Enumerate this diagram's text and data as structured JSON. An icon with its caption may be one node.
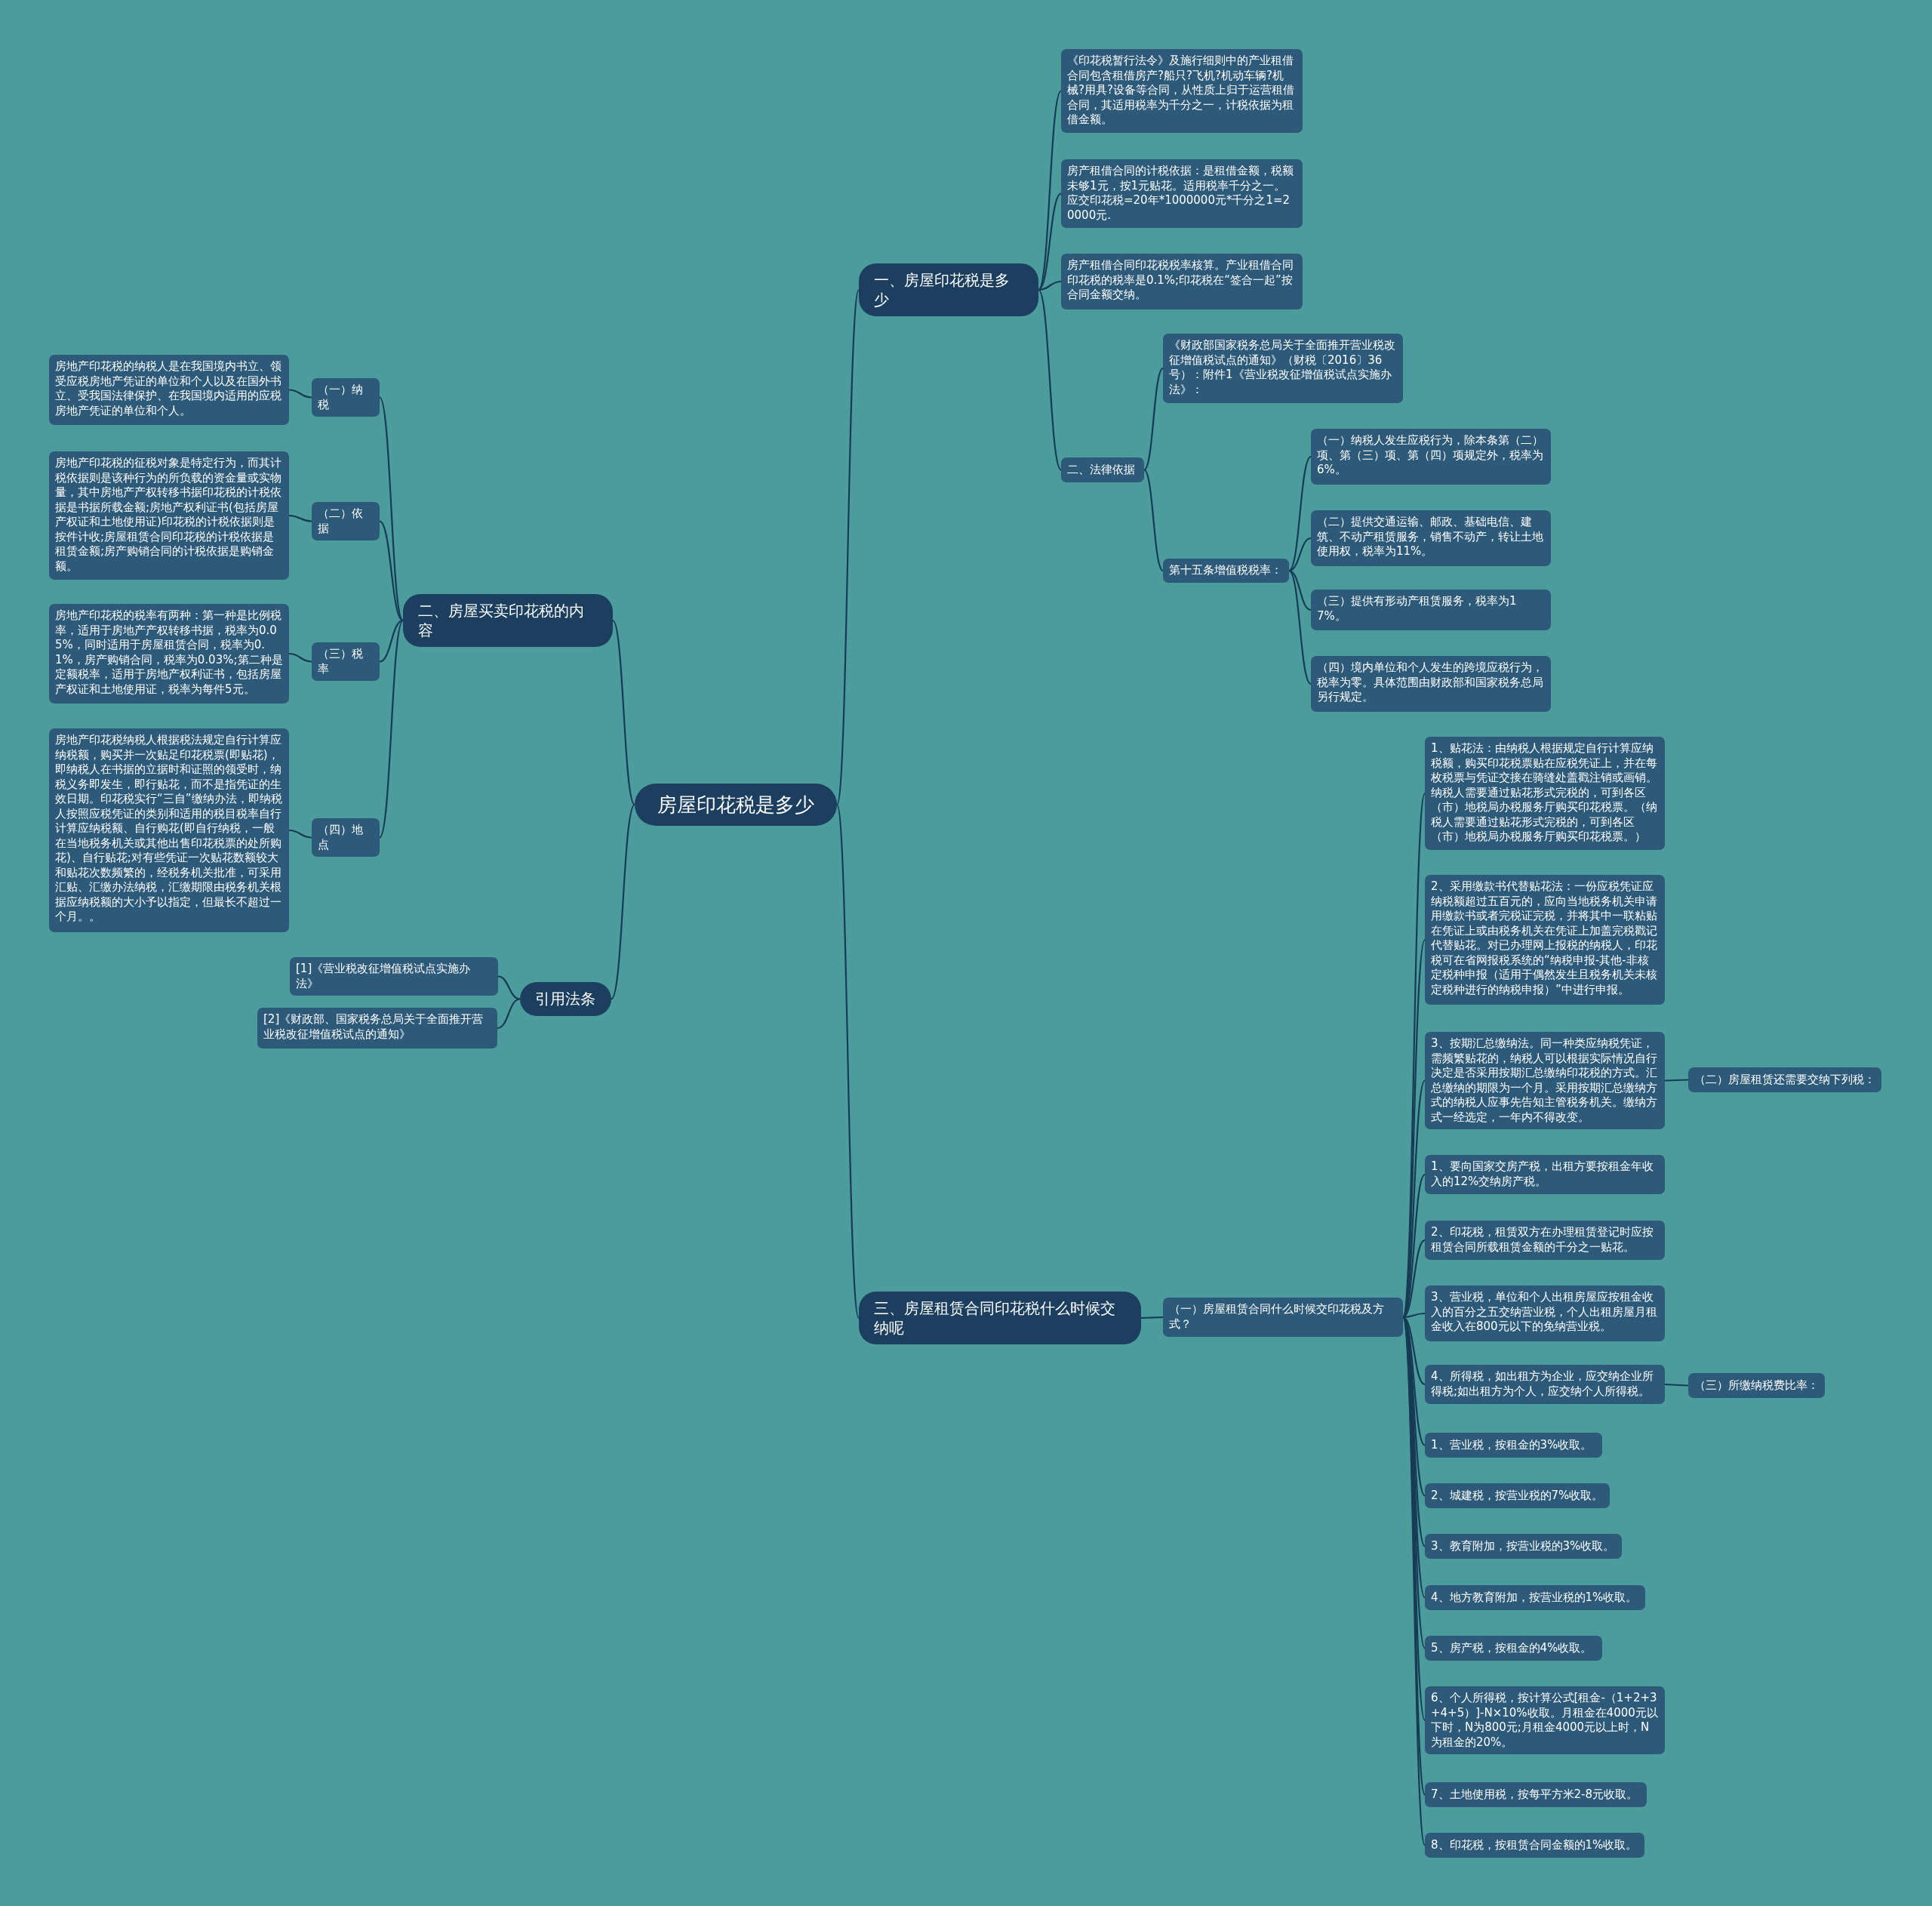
{
  "diagram": {
    "nodes": [
      {
        "text": [
          "房屋印花税是多少"
        ]
      },
      {
        "text": [
          "一、房屋印花税是多少"
        ]
      },
      {
        "text": [
          "《印花税暂行法令》及施行细则中的产业租借合同包含租借房产?船只?飞机?机动车辆?机械?用具?设备等合同，从性质上归于运营租借合同，其适用税率为千分之一，计税依据为租借金额。"
        ]
      },
      {
        "text": [
          "房产租借合同的计税依据：是租借金额，税额未够1元，按1元贴花。适用税率千分之一。应交印花税=20年*1000000元*千分之1=20000元."
        ]
      },
      {
        "text": [
          "房产租借合同印花税税率核算。产业租借合同印花税的税率是0.1%;印花税在“签合一起”按合同金额交纳。"
        ]
      },
      {
        "text": [
          "二、法律依据"
        ]
      },
      {
        "text": [
          "《财政部国家税务总局关于全面推开营业税改征增值税试点的通知》（财税〔2016〕36号）：附件1《营业税改征增值税试点实施办法》："
        ]
      },
      {
        "text": [
          "第十五条增值税税率："
        ]
      },
      {
        "text": [
          "（一）纳税人发生应税行为，除本条第（二）项、第（三）项、第（四）项规定外，税率为6%。"
        ]
      },
      {
        "text": [
          "（二）提供交通运输、邮政、基础电信、建筑、不动产租赁服务，销售不动产，转让土地使用权，税率为11%。"
        ]
      },
      {
        "text": [
          "（三）提供有形动产租赁服务，税率为17%。"
        ]
      },
      {
        "text": [
          "（四）境内单位和个人发生的跨境应税行为，税率为零。具体范围由财政部和国家税务总局另行规定。"
        ]
      },
      {
        "text": [
          "二、房屋买卖印花税的内容"
        ]
      },
      {
        "text": [
          "（一）纳税"
        ]
      },
      {
        "text": [
          "房地产印花税的纳税人是在我国境内书立、领受应税房地产凭证的单位和个人以及在国外书立、受我国法律保护、在我国境内适用的应税房地产凭证的单位和个人。"
        ]
      },
      {
        "text": [
          "（二）依据"
        ]
      },
      {
        "text": [
          "房地产印花税的征税对象是特定行为，而其计税依据则是该种行为的所负载的资金量或实物量，其中房地产产权转移书据印花税的计税依据是书据所载金额;房地产权利证书(包括房屋产权证和土地使用证)印花税的计税依据则是按件计收;房屋租赁合同印花税的计税依据是租赁金额;房产购销合同的计税依据是购销金额。"
        ]
      },
      {
        "text": [
          "（三）税率"
        ]
      },
      {
        "text": [
          "房地产印花税的税率有两种：第一种是比例税率，适用于房地产产权转移书据，税率为0.05%，同时适用于房屋租赁合同，税率为0.1%，房产购销合同，税率为0.03%;第二种是定额税率，适用于房地产权利证书，包括房屋产权证和土地使用证，税率为每件5元。"
        ]
      },
      {
        "text": [
          "（四）地点"
        ]
      },
      {
        "text": [
          "房地产印花税纳税人根据税法规定自行计算应纳税额，购买并一次贴足印花税票(即贴花)，即纳税人在书据的立据时和证照的领受时，纳税义务即发生，即行贴花，而不是指凭证的生效日期。印花税实行“三自”缴纳办法，即纳税人按照应税凭证的类别和适用的税目税率自行计算应纳税额、自行购花(即自行纳税，一般在当地税务机关或其他出售印花税票的处所购花)、自行贴花;对有些凭证一次贴花数额较大和贴花次数频繁的，经税务机关批准，可采用汇贴、汇缴办法纳税，汇缴期限由税务机关根据应纳税额的大小予以指定，但最长不超过一个月。。"
        ]
      },
      {
        "text": [
          "引用法条"
        ]
      },
      {
        "text": [
          "[1]《营业税改征增值税试点实施办法》"
        ]
      },
      {
        "text": [
          "[2]《财政部、国家税务总局关于全面推开营业税改征增值税试点的通知》"
        ]
      },
      {
        "text": [
          "三、房屋租赁合同印花税什么时候交纳呢"
        ]
      },
      {
        "text": [
          "（一）房屋租赁合同什么时候交印花税及方式？"
        ]
      },
      {
        "text": [
          "1、贴花法：由纳税人根据规定自行计算应纳税额，购买印花税票贴在应税凭证上，并在每枚税票与凭证交接在骑缝处盖戳注销或画销。纳税人需要通过贴花形式完税的，可到各区（市）地税局办税服务厅购买印花税票。（纳税人需要通过贴花形式完税的，可到各区（市）地税局办税服务厅购买印花税票。）"
        ]
      },
      {
        "text": [
          "2、采用缴款书代替贴花法：一份应税凭证应纳税额超过五百元的，应向当地税务机关申请用缴款书或者完税证完税，并将其中一联粘贴在凭证上或由税务机关在凭证上加盖完税戳记代替贴花。对已办理网上报税的纳税人，印花税可在省网报税系统的“纳税申报-其他-非核定税种申报（适用于偶然发生且税务机关未核定税种进行的纳税申报）”中进行申报。"
        ]
      },
      {
        "text": [
          "3、按期汇总缴纳法。同一种类应纳税凭证，需频繁贴花的，纳税人可以根据实际情况自行决定是否采用按期汇总缴纳印花税的方式。汇总缴纳的期限为一个月。采用按期汇总缴纳方式的纳税人应事先告知主管税务机关。缴纳方式一经选定，一年内不得改变。"
        ]
      },
      {
        "text": [
          "（二）房屋租赁还需要交纳下列税："
        ]
      },
      {
        "text": [
          "1、要向国家交房产税，出租方要按租金年收入的12%交纳房产税。"
        ]
      },
      {
        "text": [
          "2、印花税，租赁双方在办理租赁登记时应按租赁合同所载租赁金额的千分之一贴花。"
        ]
      },
      {
        "text": [
          "3、营业税，单位和个人出租房屋应按租金收入的百分之五交纳营业税，个人出租房屋月租金收入在800元以下的免纳营业税。"
        ]
      },
      {
        "text": [
          "4、所得税，如出租方为企业，应交纳企业所得税;如出租方为个人，应交纳个人所得税。"
        ]
      },
      {
        "text": [
          "（三）所缴纳税费比率："
        ]
      },
      {
        "text": [
          "1、营业税，按租金的3%收取。"
        ]
      },
      {
        "text": [
          "2、城建税，按营业税的7%收取。"
        ]
      },
      {
        "text": [
          "3、教育附加，按营业税的3%收取。"
        ]
      },
      {
        "text": [
          "4、地方教育附加，按营业税的1%收取。"
        ]
      },
      {
        "text": [
          "5、房产税，按租金的4%收取。"
        ]
      },
      {
        "text": [
          "6、个人所得税，按计算公式[租金-（1+2+3+4+5）]-N×10%收取。月租金在4000元以下时，N为800元;月租金4000元以上时，N为租金的20%。"
        ]
      },
      {
        "text": [
          "7、土地使用税，按每平方米2-8元收取。"
        ]
      },
      {
        "text": [
          "8、印花税，按租赁合同金额的1%收取。"
        ]
      }
    ],
    "edges": [
      {
        "from": 0,
        "to": 1,
        "arrow": "none"
      },
      {
        "from": 0,
        "to": 12,
        "arrow": "none"
      },
      {
        "from": 0,
        "to": 21,
        "arrow": "none"
      },
      {
        "from": 0,
        "to": 24,
        "arrow": "none"
      },
      {
        "from": 1,
        "to": 2,
        "arrow": "none"
      },
      {
        "from": 1,
        "to": 3,
        "arrow": "none"
      },
      {
        "from": 1,
        "to": 4,
        "arrow": "none"
      },
      {
        "from": 1,
        "to": 5,
        "arrow": "none"
      },
      {
        "from": 5,
        "to": 6,
        "arrow": "none"
      },
      {
        "from": 5,
        "to": 7,
        "arrow": "none"
      },
      {
        "from": 7,
        "to": 8,
        "arrow": "none"
      },
      {
        "from": 7,
        "to": 9,
        "arrow": "none"
      },
      {
        "from": 7,
        "to": 10,
        "arrow": "none"
      },
      {
        "from": 7,
        "to": 11,
        "arrow": "none"
      },
      {
        "from": 12,
        "to": 13,
        "arrow": "none"
      },
      {
        "from": 12,
        "to": 15,
        "arrow": "none"
      },
      {
        "from": 12,
        "to": 17,
        "arrow": "none"
      },
      {
        "from": 12,
        "to": 19,
        "arrow": "none"
      },
      {
        "from": 13,
        "to": 14,
        "arrow": "none"
      },
      {
        "from": 15,
        "to": 16,
        "arrow": "none"
      },
      {
        "from": 17,
        "to": 18,
        "arrow": "none"
      },
      {
        "from": 19,
        "to": 20,
        "arrow": "none"
      },
      {
        "from": 21,
        "to": 22,
        "arrow": "none"
      },
      {
        "from": 21,
        "to": 23,
        "arrow": "none"
      },
      {
        "from": 24,
        "to": 25,
        "arrow": "none"
      },
      {
        "from": 25,
        "to": 26,
        "arrow": "none"
      },
      {
        "from": 25,
        "to": 27,
        "arrow": "none"
      },
      {
        "from": 25,
        "to": 28,
        "arrow": "none"
      },
      {
        "from": 25,
        "to": 30,
        "arrow": "none"
      },
      {
        "from": 25,
        "to": 31,
        "arrow": "none"
      },
      {
        "from": 25,
        "to": 32,
        "arrow": "none"
      },
      {
        "from": 25,
        "to": 33,
        "arrow": "none"
      },
      {
        "from": 25,
        "to": 35,
        "arrow": "none"
      },
      {
        "from": 25,
        "to": 36,
        "arrow": "none"
      },
      {
        "from": 25,
        "to": 37,
        "arrow": "none"
      },
      {
        "from": 25,
        "to": 38,
        "arrow": "none"
      },
      {
        "from": 25,
        "to": 39,
        "arrow": "none"
      },
      {
        "from": 25,
        "to": 40,
        "arrow": "none"
      },
      {
        "from": 25,
        "to": 41,
        "arrow": "none"
      },
      {
        "from": 25,
        "to": 42,
        "arrow": "none"
      },
      {
        "from": 28,
        "to": 29,
        "arrow": "none"
      },
      {
        "from": 33,
        "to": 34,
        "arrow": "none"
      }
    ]
  }
}
